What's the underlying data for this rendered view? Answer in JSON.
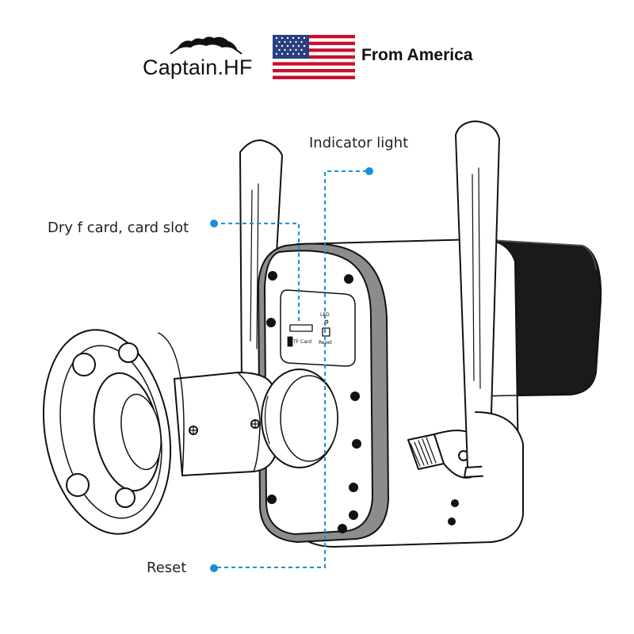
{
  "header": {
    "brand": "Captain.HF",
    "origin": "From America"
  },
  "callouts": {
    "indicator": "Indicator light",
    "card_slot": "Dry f card, card slot",
    "reset": "Reset"
  },
  "panel_markings": {
    "led": "LED",
    "tf_card": "TF Card",
    "reset": "Reset"
  },
  "colors": {
    "callout_line": "#1a8fd8",
    "camera_front": "#1a1a1a",
    "outline": "#111111"
  }
}
